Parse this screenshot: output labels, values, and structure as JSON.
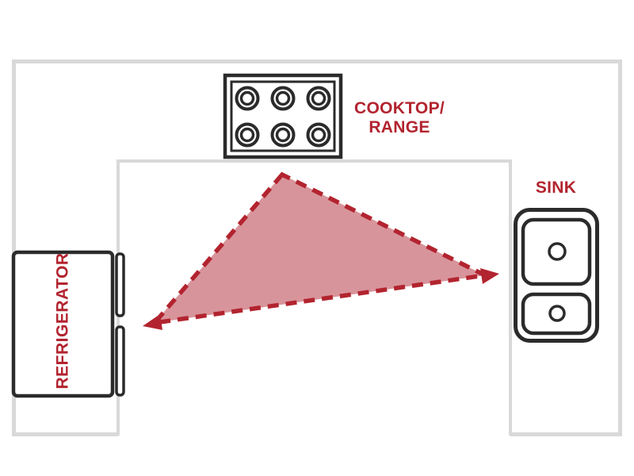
{
  "labels": {
    "cooktop_line1": "COOKTOP/",
    "cooktop_line2": "RANGE",
    "sink": "SINK",
    "refrigerator": "REFRIGERATOR"
  },
  "colors": {
    "accent_red": "#b2242f",
    "triangle_fill": "#d8949b",
    "wall_gray": "#d9d9d9",
    "appliance_black": "#2b2b2b",
    "background": "#ffffff"
  }
}
